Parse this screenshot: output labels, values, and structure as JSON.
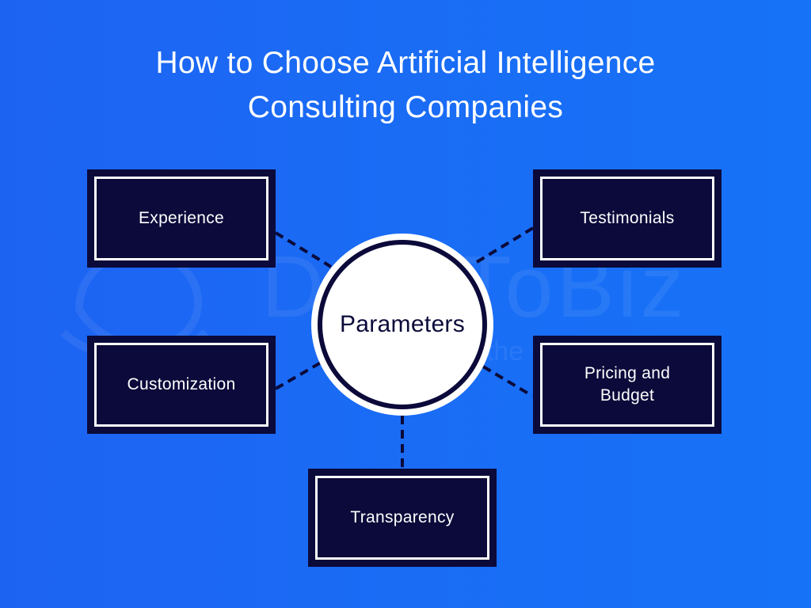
{
  "title": {
    "line1": "How to Choose Artificial Intelligence",
    "line2": "Consulting Companies"
  },
  "center": {
    "label": "Parameters"
  },
  "nodes": {
    "experience": "Experience",
    "testimonials": "Testimonials",
    "customization": "Customization",
    "pricing": "Pricing and Budget",
    "transparency": "Transparency"
  },
  "watermark": {
    "brand": "DataToBiz",
    "tagline": "Simplifying the Complex"
  },
  "colors": {
    "background": "#1a6cf5",
    "box_fill": "#0b0a3a",
    "box_border": "#ffffff",
    "connector": "#0b0a3a",
    "text_light": "#ffffff",
    "text_dark": "#0b0a3a"
  }
}
